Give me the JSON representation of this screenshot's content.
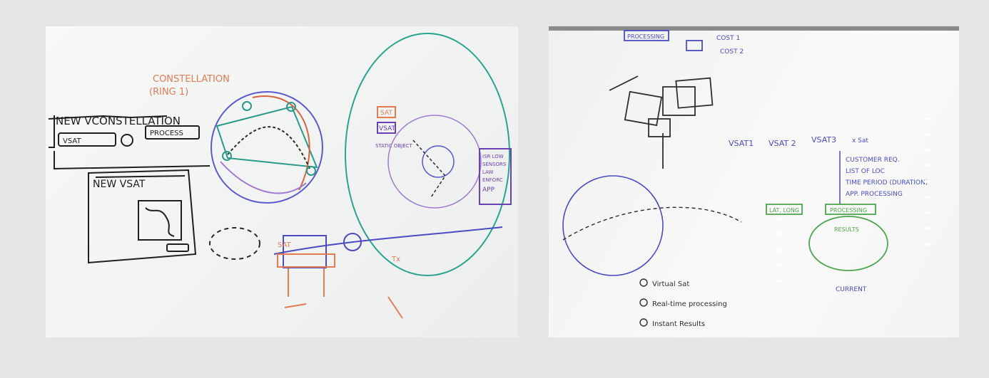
{
  "left_photo": {
    "constellation_note": "CONSTELLATION",
    "ring_note": "(RING 1)",
    "new_vconstellation": "NEW VCONSTELLATION",
    "vsat_dropdown": "VSAT",
    "process_dropdown": "PROCESS",
    "new_vsat": "NEW VSAT",
    "legend_sat": "SAT",
    "legend_vsat": "VSAT",
    "legend_static": "STATIC OBJECT",
    "box_line1": "ISR LOW",
    "box_line2": "SENSORS",
    "box_line3": "LAW",
    "box_line4": "ENFORC",
    "box_line5": "APP",
    "sat_label": "SAT",
    "tx_label": "Tx"
  },
  "right_photo": {
    "processing": "PROCESSING",
    "cost1": "COST 1",
    "cost2": "COST 2",
    "vsat1": "VSAT1",
    "vsat2": "VSAT 2",
    "vsat3": "VSAT3",
    "xsat": "x Sat",
    "customer_req": "CUSTOMER REQ.",
    "list_loc": "LIST OF LOC",
    "time_period": "TIME PERIOD (DURATION)",
    "app_processing": "APP. PROCESSING",
    "lat_long": "LAT, LONG",
    "processing2": "PROCESSING",
    "results": "RESULTS",
    "current": "CURRENT",
    "item1": "Virtual Sat",
    "item2": "Real-time processing",
    "item3": "Instant Results"
  }
}
